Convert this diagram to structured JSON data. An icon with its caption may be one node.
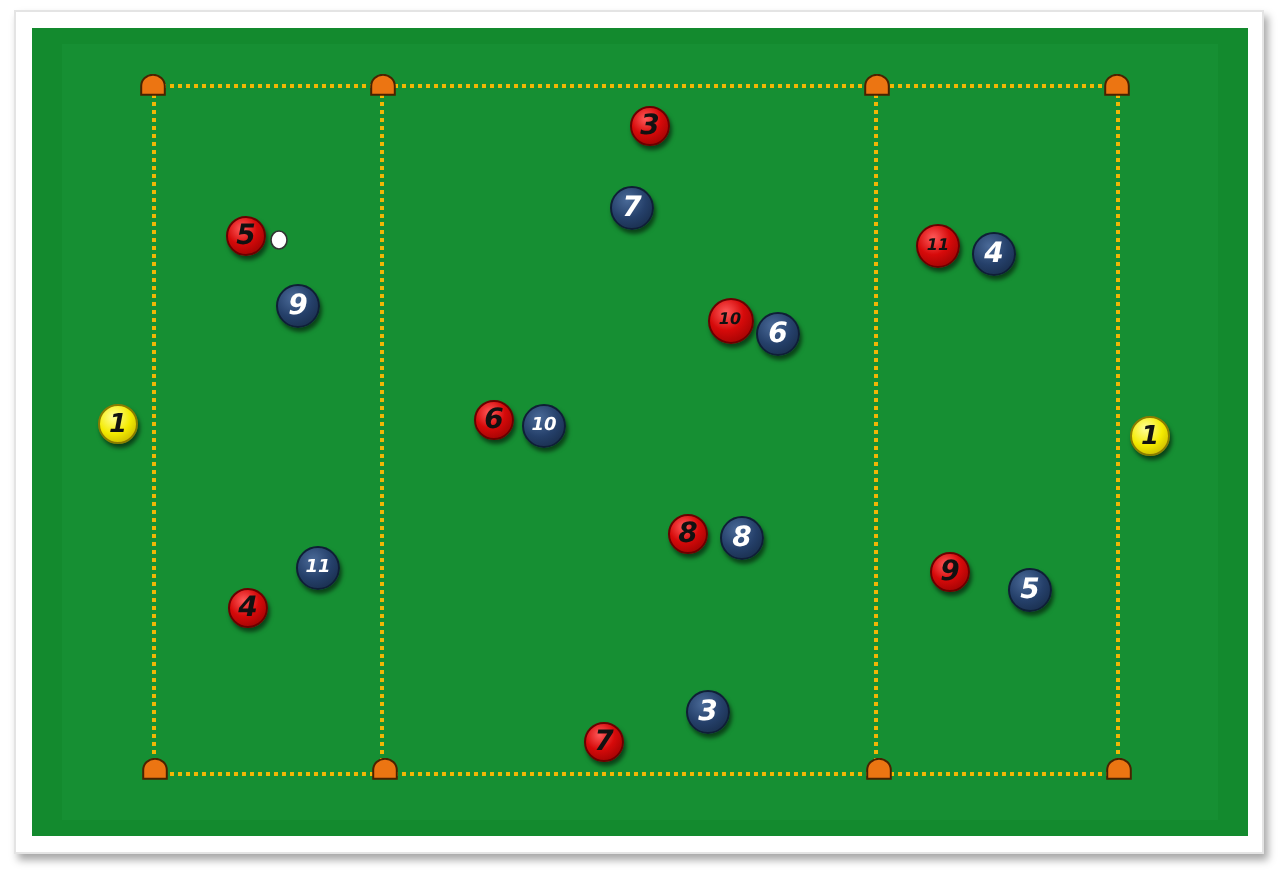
{
  "diagram": {
    "nodes": [
      {
        "text": [
          "3"
        ]
      },
      {
        "text": [
          "7"
        ]
      },
      {
        "text": [
          "5"
        ]
      },
      {
        "text": [
          "11"
        ]
      },
      {
        "text": [
          "4"
        ]
      },
      {
        "text": [
          "9"
        ]
      },
      {
        "text": [
          "10"
        ]
      },
      {
        "text": [
          "6"
        ]
      },
      {
        "text": [
          "1"
        ]
      },
      {
        "text": [
          "6"
        ]
      },
      {
        "text": [
          "10"
        ]
      },
      {
        "text": [
          "1"
        ]
      },
      {
        "text": [
          "8"
        ]
      },
      {
        "text": [
          "8"
        ]
      },
      {
        "text": [
          "11"
        ]
      },
      {
        "text": [
          "9"
        ]
      },
      {
        "text": [
          "5"
        ]
      },
      {
        "text": [
          "4"
        ]
      },
      {
        "text": [
          "3"
        ]
      },
      {
        "text": [
          "7"
        ]
      }
    ]
  }
}
